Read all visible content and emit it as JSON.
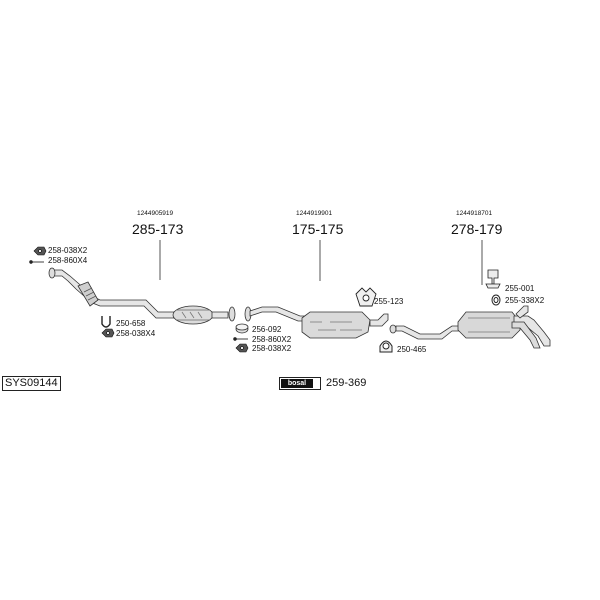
{
  "diagram": {
    "system_code": "SYS09144",
    "brand_logo": "bosal",
    "mounting_kit": "259-369",
    "sections": [
      {
        "oem": "1244905919",
        "part": "285-173"
      },
      {
        "oem": "1244919901",
        "part": "175-175"
      },
      {
        "oem": "1244918701",
        "part": "278-179"
      }
    ],
    "accessories": {
      "a1": "258-038X2",
      "a2": "258-860X4",
      "a3": "250-658",
      "a4": "258-038X4",
      "a5": "256-092",
      "a6": "258-860X2",
      "a7": "258-038X2",
      "a8": "255-123",
      "a9": "250-465",
      "a10": "255-001",
      "a11": "255-338X2"
    }
  }
}
